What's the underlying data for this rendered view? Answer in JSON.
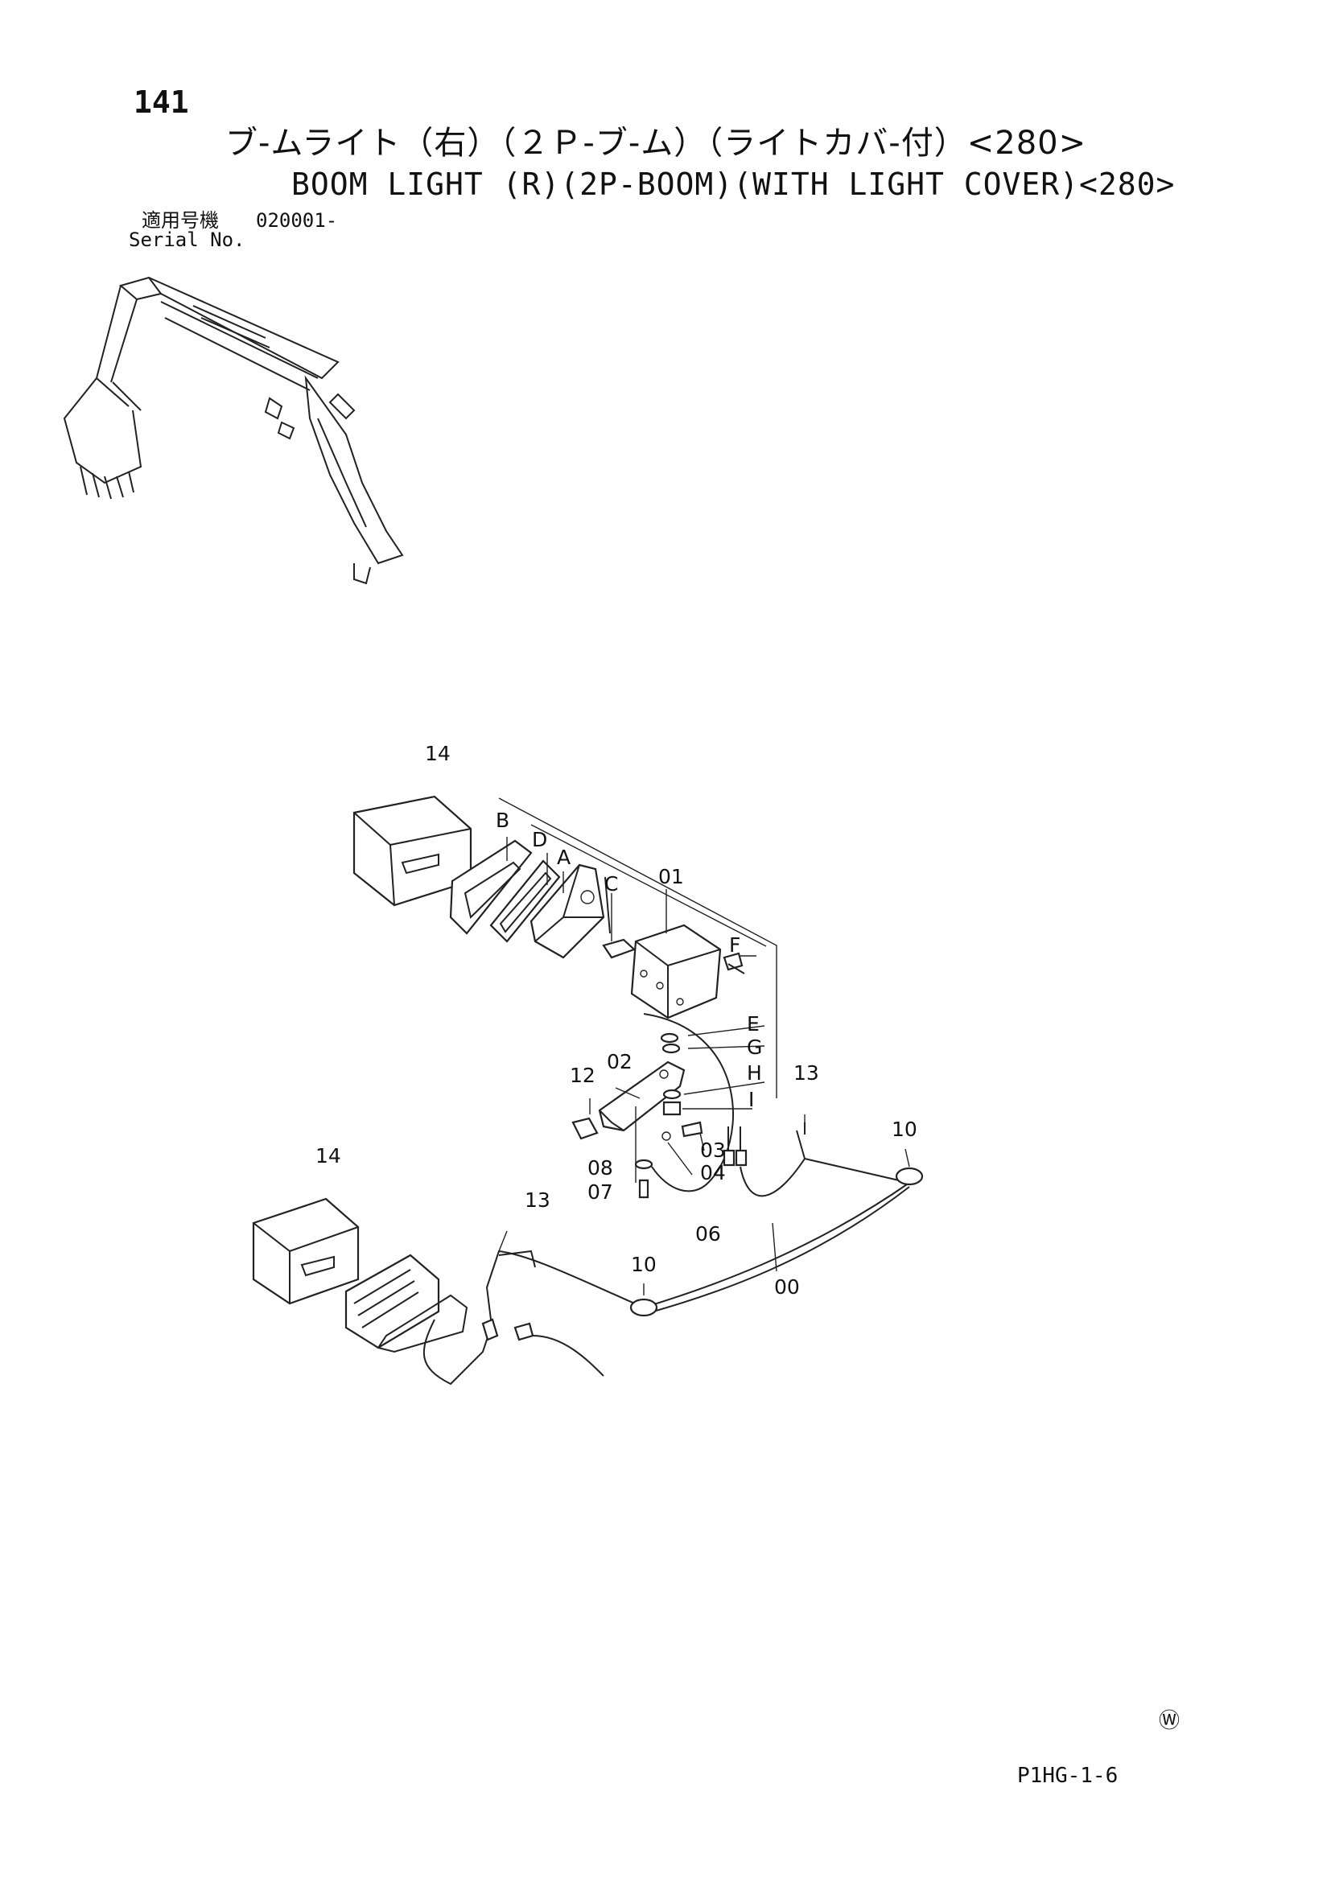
{
  "header": {
    "page_number": "141",
    "title_ja": "ブ-ムライト（右）（２Ｐ-ブ-ム）（ライトカバ-付）<280>",
    "title_en": "BOOM LIGHT (R)(2P-BOOM)(WITH LIGHT COVER)<280>",
    "serial_label_ja": "適用号機",
    "serial_value": "020001-",
    "serial_label_en": "Serial No."
  },
  "callouts": {
    "c14a": "14",
    "cB": "B",
    "cD": "D",
    "cA": "A",
    "cC": "C",
    "c01": "01",
    "cF": "F",
    "cE": "E",
    "cG": "G",
    "cH": "H",
    "cI": "I",
    "c12": "12",
    "c02": "02",
    "c13a": "13",
    "c10a": "10",
    "c03": "03",
    "c04": "04",
    "c08": "08",
    "c07": "07",
    "c06": "06",
    "c14b": "14",
    "c13b": "13",
    "c10b": "10",
    "c00": "00"
  },
  "footer": {
    "mark": "Ⓦ",
    "page_code": "P1HG-1-6"
  }
}
